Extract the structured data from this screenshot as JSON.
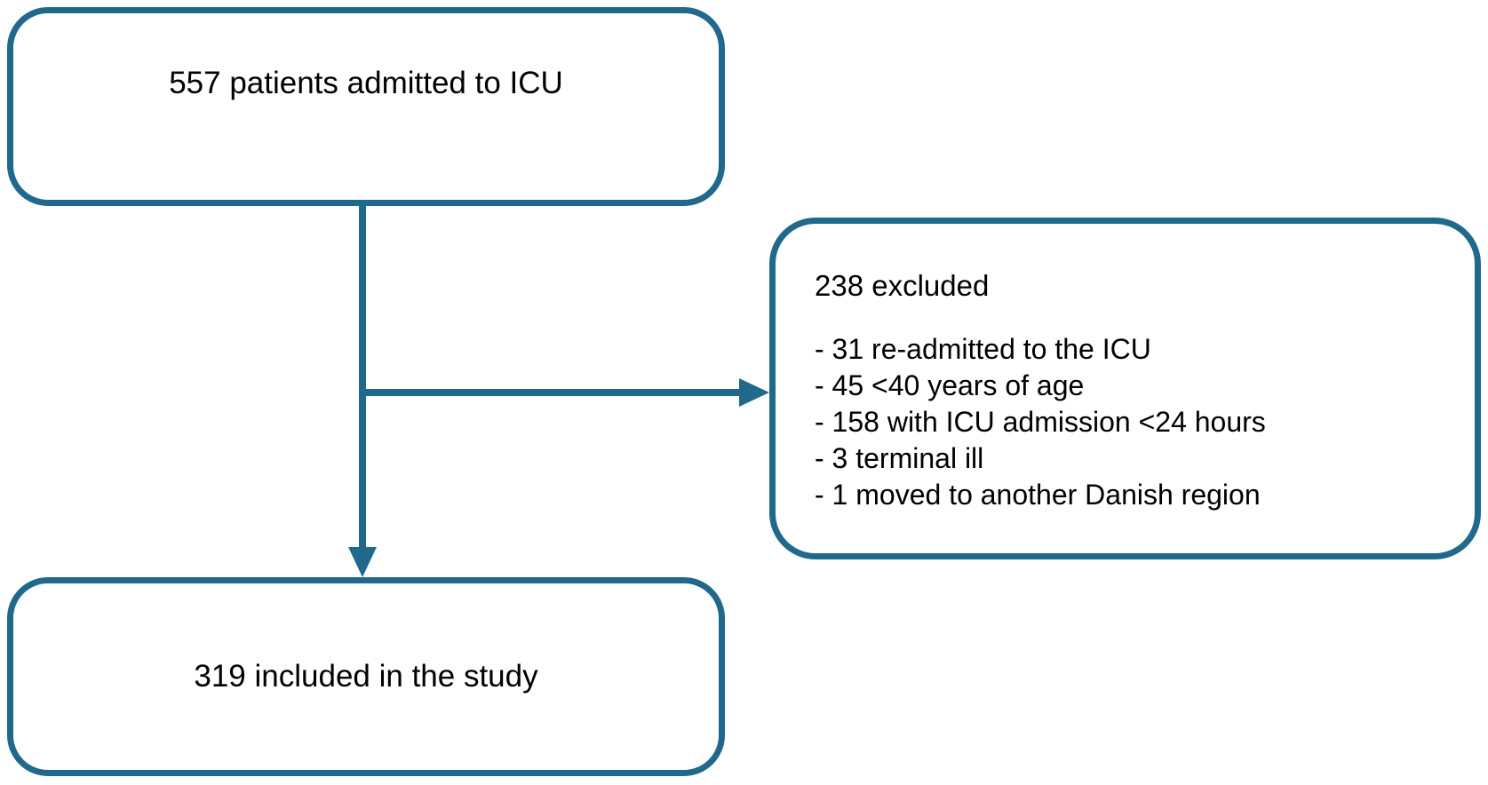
{
  "figure": {
    "type": "patient-flow-diagram",
    "accent_color": "#20698d",
    "text_color": "#000000",
    "background_color": "#ffffff",
    "nodes": {
      "admitted": {
        "label": "557 patients admitted to ICU"
      },
      "excluded": {
        "title": "238 excluded",
        "items": [
          "- 31 re-admitted to the ICU",
          "- 45 <40 years of age",
          "- 158 with ICU admission <24 hours",
          "- 3 terminal ill",
          "- 1 moved to another Danish region"
        ]
      },
      "included": {
        "label": "319 included in the study"
      }
    }
  }
}
